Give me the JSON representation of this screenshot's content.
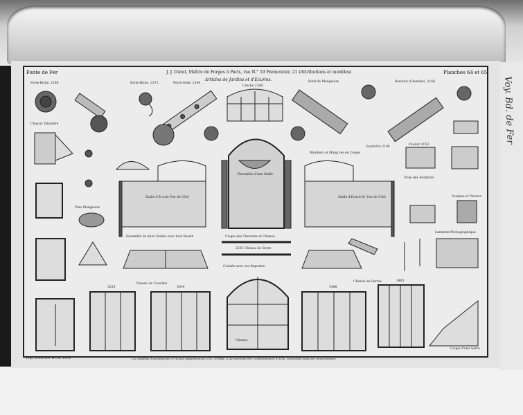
{
  "header": {
    "left": "Fonte de Fer",
    "center": "J. J. Durel, Maître de Forges à Paris, rue N.° 19 Parmentier, 21 (Attributions et modèles)",
    "right": "Planches 64 et 65",
    "subtitle": "Articles de Jardins et d'Ecuries."
  },
  "labels": [
    {
      "key": "porte_bride",
      "text": "Porte-Bride. 2186"
    },
    {
      "key": "porte_bride2",
      "text": "Porte-Bride. 2171."
    },
    {
      "key": "porte_selle",
      "text": "Porte-Selle. 2164"
    },
    {
      "key": "creche",
      "text": "Creche 2168"
    },
    {
      "key": "bord_mangeoire",
      "text": "Bord de Mangeoire"
    },
    {
      "key": "bordure",
      "text": "Bordure (Chemins). 2168"
    },
    {
      "key": "chassis",
      "text": "Chassis Tabatière"
    },
    {
      "key": "gouttiere",
      "text": "Gouttière 2196"
    },
    {
      "key": "fouloir",
      "text": "Fouloir 2153"
    },
    {
      "key": "plan_mangeoire",
      "text": "Plan Mangeoire"
    },
    {
      "key": "rateliers",
      "text": "Râteliers et Mang.res en Coupe"
    },
    {
      "key": "ensemble_boxe",
      "text": "Ensemble d'une Stalle"
    },
    {
      "key": "stalle_gauche",
      "text": "Stalle d'Ecurie Vue de Côté"
    },
    {
      "key": "stalle_droite",
      "text": "Stalle d'Ecurie B. Vue de Côté"
    },
    {
      "key": "frise",
      "text": "Frise des Bordures"
    },
    {
      "key": "vasque",
      "text": "Vasques et Paniers"
    },
    {
      "key": "ensemble_deux",
      "text": "Ensemble de deux Stalles avec leur Bassin"
    },
    {
      "key": "coupe_chevrons",
      "text": "Coupe des Chevrons et Chenau"
    },
    {
      "key": "chenau_serre",
      "text": "2183 Chenau de Serre"
    },
    {
      "key": "lampe",
      "text": "Lanterne Photographique"
    },
    {
      "key": "chassis_couches",
      "text": "Chassis de Couches"
    },
    {
      "key": "croisee",
      "text": "Croisée avec ses Impostes"
    },
    {
      "key": "chassis_serres",
      "text": "Chassis de Serres"
    },
    {
      "key": "coupe_serre",
      "text": "Coupe d'une Serre"
    },
    {
      "key": "chenau_couche",
      "text": "Chenau"
    },
    {
      "key": "n3233",
      "text": "3233"
    },
    {
      "key": "n3040",
      "text": "3040"
    },
    {
      "key": "n3488",
      "text": "3488"
    },
    {
      "key": "n3483",
      "text": "3483"
    }
  ],
  "footer": {
    "left": "Imp. Lemercier & Cie, Paris",
    "center": "Les modèles d'ouvrages de ce recueil appartiennent à M.r DUREL & ne pourront être, conformément à la loi, contrefaits sans son consentement."
  },
  "handwriting": "Voy. Bd. de Fer"
}
